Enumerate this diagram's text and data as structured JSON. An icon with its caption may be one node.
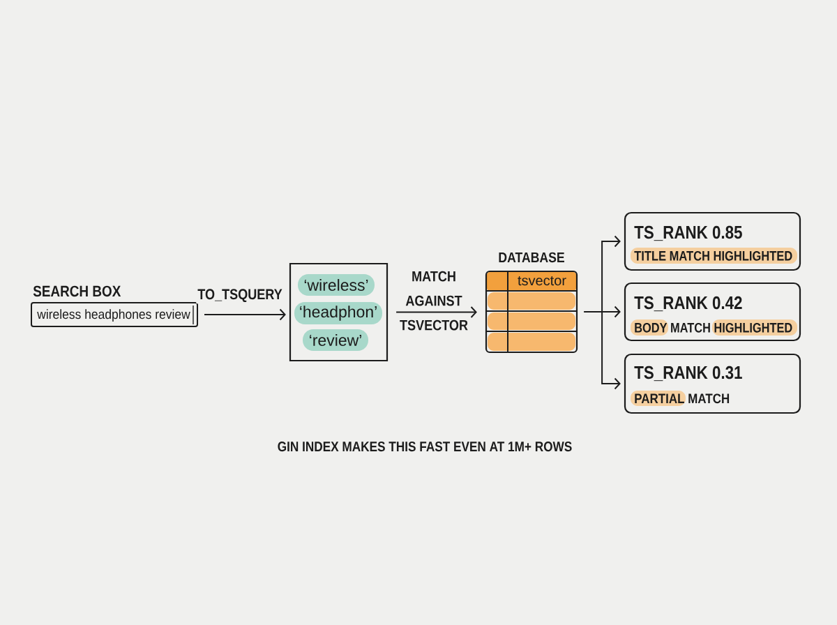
{
  "diagram": {
    "nodes": [
      {
        "text": [
          "SEARCH BOX",
          "wireless headphones review"
        ]
      },
      {
        "text": [],
        "shape": "box"
      },
      {
        "text": [
          "‘wireless’"
        ],
        "in": 1
      },
      {
        "text": [
          "‘headphon’"
        ],
        "in": 1
      },
      {
        "text": [
          "‘review’"
        ],
        "in": 1
      },
      {
        "text": [
          "DATABASE",
          "tsvector"
        ]
      },
      {
        "text": [
          "TS_RANK 0.85",
          "TITLE MATCH HIGHLIGHTED"
        ]
      },
      {
        "text": [
          "TS_RANK 0.42",
          "BODY MATCH HIGHLIGHTED"
        ]
      },
      {
        "text": [
          "TS_RANK 0.31",
          "PARTIAL MATCH"
        ]
      }
    ],
    "edges": [
      {
        "from": 0,
        "to": 1,
        "arrow": "to",
        "label": "TO_TSQUERY"
      },
      {
        "from": 1,
        "to": 5,
        "arrow": "to",
        "label": "MATCH AGAINST TSVECTOR"
      },
      {
        "from": 5,
        "to": 6,
        "arrow": "to"
      },
      {
        "from": 5,
        "to": 7,
        "arrow": "to"
      },
      {
        "from": 5,
        "to": 8,
        "arrow": "to"
      }
    ],
    "labels": [
      "GIN INDEX MAKES THIS FAST EVEN AT 1M+ ROWS"
    ]
  }
}
